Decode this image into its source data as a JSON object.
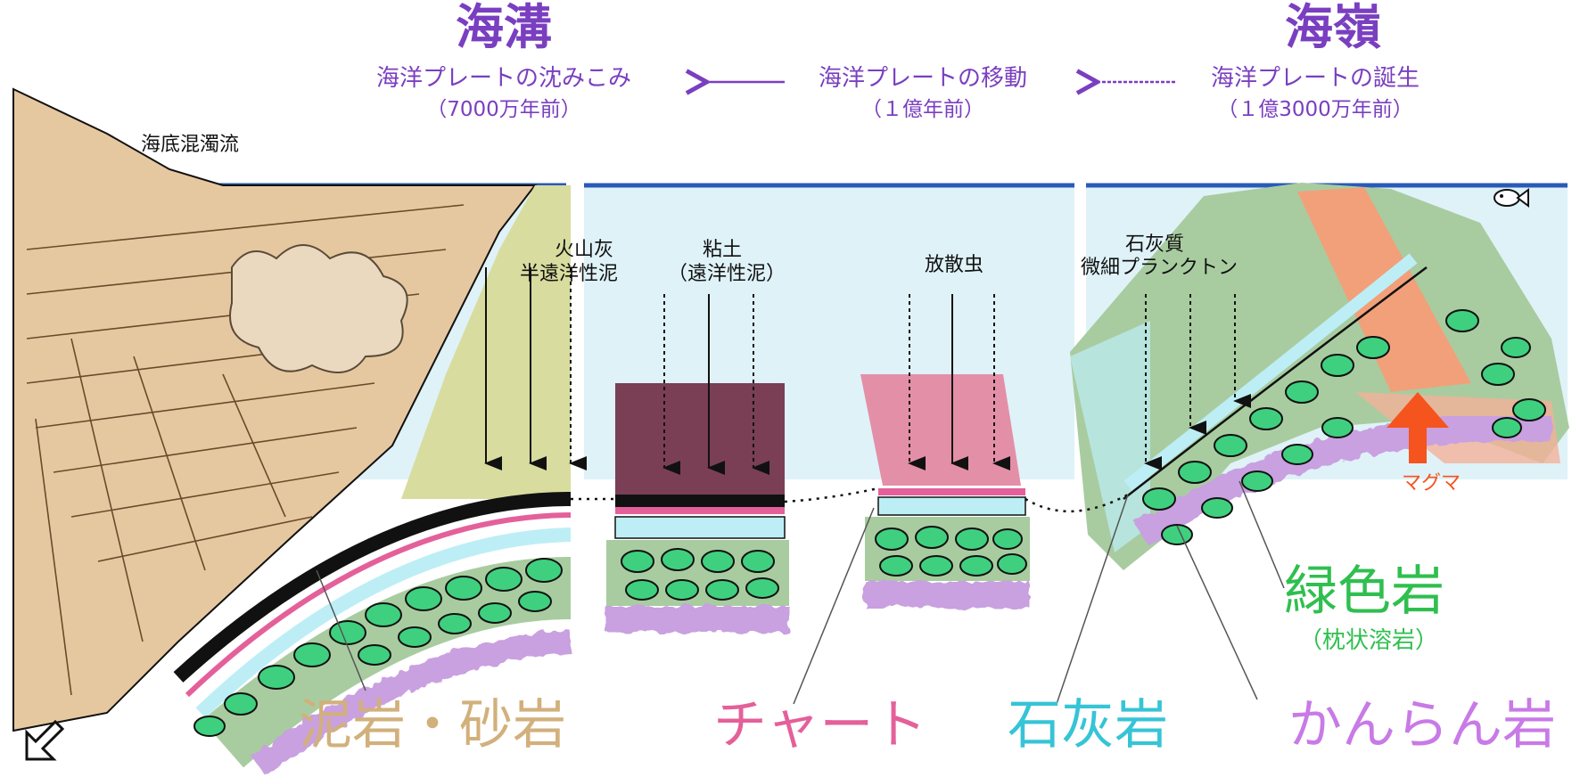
{
  "headings": {
    "trench": "海溝",
    "seamount": "海嶺"
  },
  "stages": [
    {
      "label": "海洋プレートの沈みこみ",
      "age": "（7000万年前）"
    },
    {
      "label": "海洋プレートの移動",
      "age": "（１億年前）"
    },
    {
      "label": "海洋プレートの誕生",
      "age": "（１億3000万年前）"
    }
  ],
  "annotations": {
    "turbidity_current": "海底混濁流",
    "volcanic_ash": "火山灰",
    "hemipelagic_mud": "半遠洋性泥",
    "clay": "粘土",
    "pelagic_mud": "（遠洋性泥）",
    "radiolaria": "放散虫",
    "calcareous": "石灰質",
    "plankton": "微細プランクトン",
    "magma": "マグマ"
  },
  "rock_labels": {
    "mudstone_sandstone": "泥岩・砂岩",
    "chert": "チャート",
    "limestone": "石灰岩",
    "peridotite": "かんらん岩",
    "greenstone": "緑色岩",
    "pillow_lava": "（枕状溶岩）"
  },
  "colors": {
    "heading": "#7a3fc0",
    "sea": "#dff2f8",
    "sea_line": "#2a5ab8",
    "sand": "#e6c8a0",
    "mud_olive": "#d8dc9e",
    "chert_dark": "#7a3f55",
    "chert_pink": "#e48fa8",
    "limestone": "#bdeef6",
    "basalt_green": "#a8cca0",
    "pillow": "#3fd07f",
    "peridotite": "#c9a0e0",
    "magma": "#f5541f",
    "label_sand": "#d2b07c",
    "label_chert": "#e4609a",
    "label_limestone": "#36c4d6",
    "label_peridotite": "#c87ae6",
    "label_greenstone": "#2fbf4f"
  }
}
